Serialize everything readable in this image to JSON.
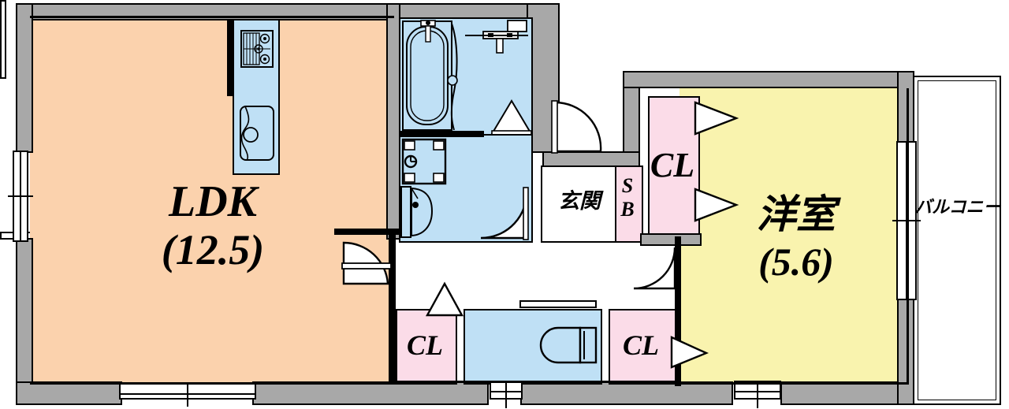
{
  "document": {
    "type": "apartment-floor-plan",
    "language": "ja"
  },
  "rooms": [
    {
      "id": "ldk",
      "name_main": "LDK",
      "name_sub": "(12.5)",
      "color": "#fbd2ad"
    },
    {
      "id": "yoshitsu",
      "name_main": "洋室",
      "name_sub": "(5.6)",
      "color": "#f9f3ae"
    },
    {
      "id": "genkan",
      "name_main": "玄関",
      "name_sub": "",
      "color": "#ffffff"
    },
    {
      "id": "balcony",
      "name_main": "バルコニー",
      "name_sub": "",
      "color": "#ffffff"
    }
  ],
  "closets": [
    {
      "id": "cl-bedroom",
      "label": "CL",
      "color": "#fbdce8"
    },
    {
      "id": "cl-left",
      "label": "CL",
      "color": "#fbdce8"
    },
    {
      "id": "cl-right",
      "label": "CL",
      "color": "#fbdce8"
    },
    {
      "id": "shoebox",
      "label_line1": "S",
      "label_line2": "B",
      "color": "#fbdce8"
    }
  ],
  "wet_areas": [
    {
      "id": "bathroom",
      "fixtures": [
        "bathtub",
        "shower",
        "mirror-shelf"
      ],
      "color": "#bfe0f5"
    },
    {
      "id": "washroom",
      "fixtures": [
        "washing-machine",
        "vanity-sink"
      ],
      "color": "#bfe0f5"
    },
    {
      "id": "toilet",
      "fixtures": [
        "toilet-bowl",
        "paper-shelf"
      ],
      "color": "#bfe0f5"
    },
    {
      "id": "kitchen",
      "fixtures": [
        "gas-stove-3burner",
        "kitchen-sink"
      ],
      "color": "#bfe0f5"
    }
  ],
  "palette": {
    "wall": "#a8a8a8",
    "outline": "#000000",
    "living": "#fbd2ad",
    "bedroom": "#f9f3ae",
    "closet": "#fbdce8",
    "water": "#bfe0f5",
    "background": "#ffffff"
  },
  "labels": {
    "ldk_main": "LDK",
    "ldk_area": "(12.5)",
    "bedroom_main": "洋室",
    "bedroom_area": "(5.6)",
    "entrance": "玄関",
    "shoebox_top": "S",
    "shoebox_bottom": "B",
    "closet": "CL",
    "balcony": "バルコニー"
  }
}
